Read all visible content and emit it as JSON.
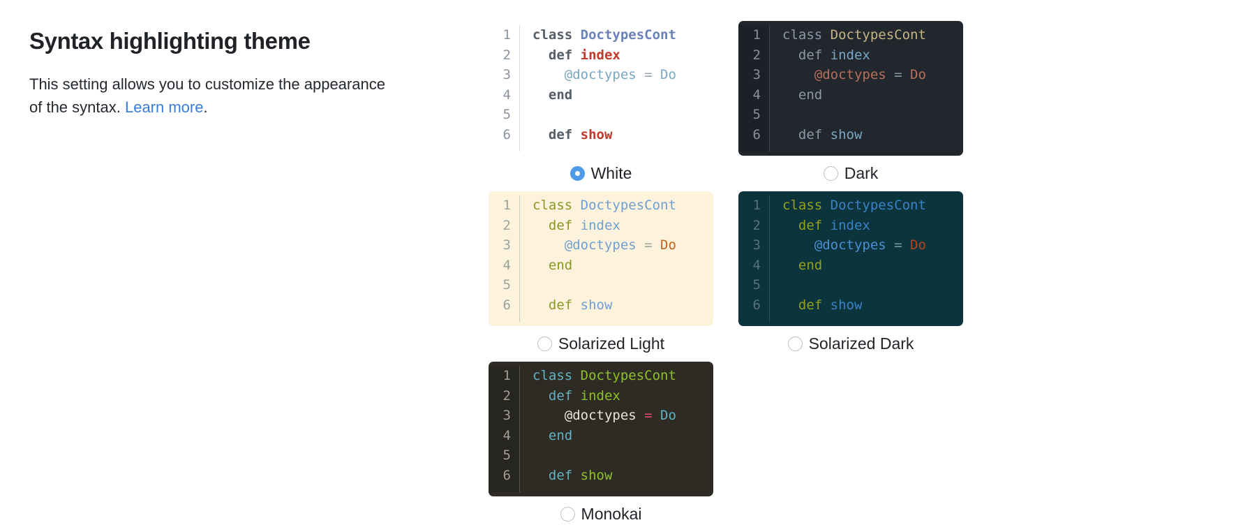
{
  "heading": "Syntax highlighting theme",
  "description": {
    "text_before": "This setting allows you to customize the appearance of the syntax. ",
    "link_label": "Learn more",
    "text_after": "."
  },
  "code_sample": {
    "line_numbers": [
      "1",
      "2",
      "3",
      "4",
      "5",
      "6"
    ],
    "lines": [
      [
        {
          "t": "class ",
          "k": "keyword"
        },
        {
          "t": "DoctypesCont",
          "k": "classname"
        }
      ],
      [
        {
          "t": "  def ",
          "k": "keyword"
        },
        {
          "t": "index",
          "k": "function"
        }
      ],
      [
        {
          "t": "    @doctypes",
          "k": "ivar"
        },
        {
          "t": " = ",
          "k": "operator"
        },
        {
          "t": "Do",
          "k": "constant"
        }
      ],
      [
        {
          "t": "  end",
          "k": "keyword"
        }
      ],
      [
        {
          "t": "",
          "k": "plain"
        }
      ],
      [
        {
          "t": "  def ",
          "k": "keyword"
        },
        {
          "t": "show",
          "k": "function"
        }
      ]
    ]
  },
  "themes": [
    {
      "id": "white",
      "label": "White",
      "selected": true,
      "colors": {
        "bg": "#ffffff",
        "gutter_bg": "#ffffff",
        "gutter_fg": "#8b949e",
        "border": "#d8dde3",
        "keyword": "#555d66",
        "classname": "#6a82b8",
        "function": "#c0392b",
        "ivar": "#7aa6c2",
        "operator": "#9aa3ad",
        "constant": "#7aa6c2",
        "plain": "#24292f"
      }
    },
    {
      "id": "dark",
      "label": "Dark",
      "selected": false,
      "colors": {
        "bg": "#22272e",
        "gutter_bg": "#1c2127",
        "gutter_fg": "#8a919a",
        "border": "#3d444d",
        "keyword": "#8a98a8",
        "classname": "#c5b583",
        "function": "#7aa6c2",
        "ivar": "#b5705c",
        "operator": "#8a98a8",
        "constant": "#b5705c",
        "plain": "#adbac7"
      }
    },
    {
      "id": "solarized-light",
      "label": "Solarized Light",
      "selected": false,
      "colors": {
        "bg": "#fdf3dd",
        "gutter_bg": "#fdf3dd",
        "gutter_fg": "#9aa39b",
        "border": "#c9cdc4",
        "keyword": "#8d9625",
        "classname": "#6f9fd0",
        "function": "#6f9fd0",
        "ivar": "#6f9fd0",
        "operator": "#9aa39b",
        "constant": "#c0641b",
        "plain": "#5c6a72"
      }
    },
    {
      "id": "solarized-dark",
      "label": "Solarized Dark",
      "selected": false,
      "colors": {
        "bg": "#0c343d",
        "gutter_bg": "#0c343d",
        "gutter_fg": "#56727a",
        "border": "#2c5059",
        "keyword": "#93a01e",
        "classname": "#3a82c7",
        "function": "#3a82c7",
        "ivar": "#4a8fd0",
        "operator": "#7b9aa0",
        "constant": "#b4451d",
        "plain": "#8ba5a8"
      }
    },
    {
      "id": "monokai",
      "label": "Monokai",
      "selected": false,
      "colors": {
        "bg": "#2d2b24",
        "gutter_bg": "#262520",
        "gutter_fg": "#a39f92",
        "border": "#57564e",
        "keyword": "#63b1c4",
        "classname": "#8fc029",
        "function": "#8fc029",
        "ivar": "#e9e5d8",
        "operator": "#e8496e",
        "constant": "#63b1c4",
        "plain": "#e9e5d8"
      }
    }
  ]
}
